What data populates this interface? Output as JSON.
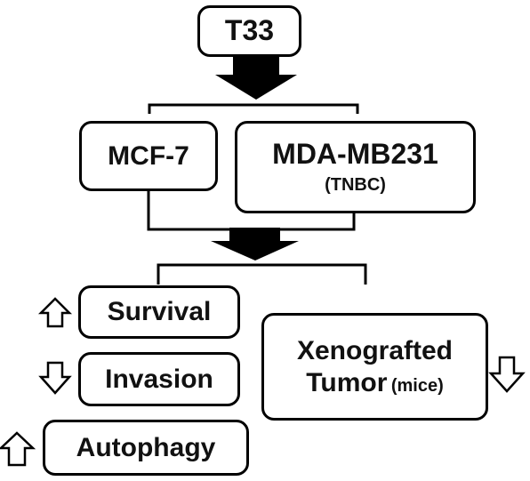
{
  "nodes": {
    "t33": "T33",
    "mcf7": "MCF-7",
    "mda": "MDA-MB231",
    "mda_sub": "(TNBC)",
    "survival": "Survival",
    "invasion": "Invasion",
    "autophagy": "Autophagy",
    "xeno_line1": "Xenografted",
    "xeno_line2": "Tumor",
    "xeno_sub": "(mice)"
  },
  "indicators": {
    "survival": "up-arrow-icon",
    "invasion": "down-arrow-icon",
    "autophagy": "up-arrow-icon",
    "xenograft": "down-arrow-icon"
  },
  "colors": {
    "stroke": "#000000",
    "text": "#111111",
    "background": "#ffffff"
  }
}
